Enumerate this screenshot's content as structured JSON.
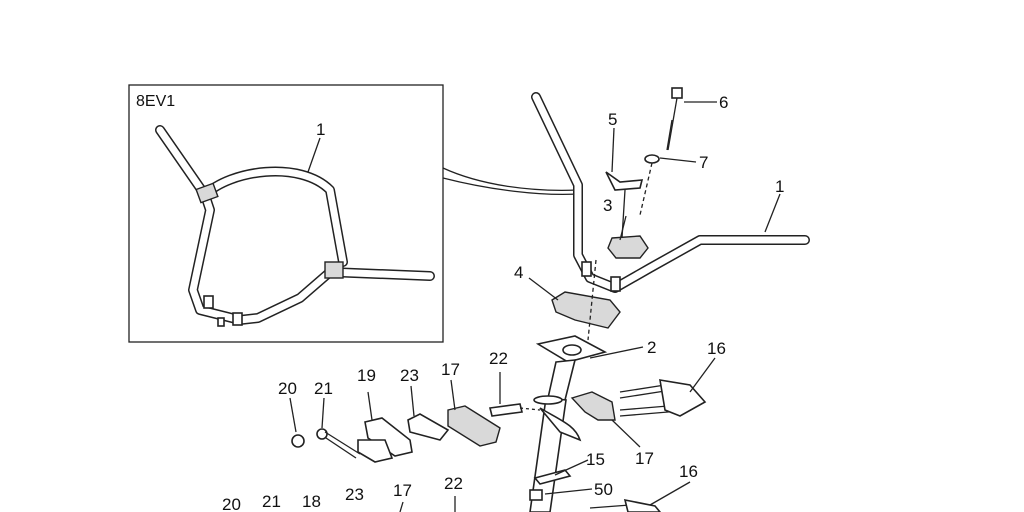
{
  "inset": {
    "model_label": "8EV1",
    "callout": "1"
  },
  "callouts": {
    "c1": "1",
    "c2": "2",
    "c3": "3",
    "c4": "4",
    "c5": "5",
    "c6": "6",
    "c7": "7",
    "c16a": "16",
    "c16b": "16",
    "c17a": "17",
    "c17b": "17",
    "c17c": "17",
    "c15": "15",
    "c50": "50",
    "c18": "18",
    "c19": "19",
    "c20a": "20",
    "c20b": "20",
    "c21a": "21",
    "c21b": "21",
    "c22a": "22",
    "c22b": "22",
    "c23a": "23",
    "c23b": "23"
  }
}
